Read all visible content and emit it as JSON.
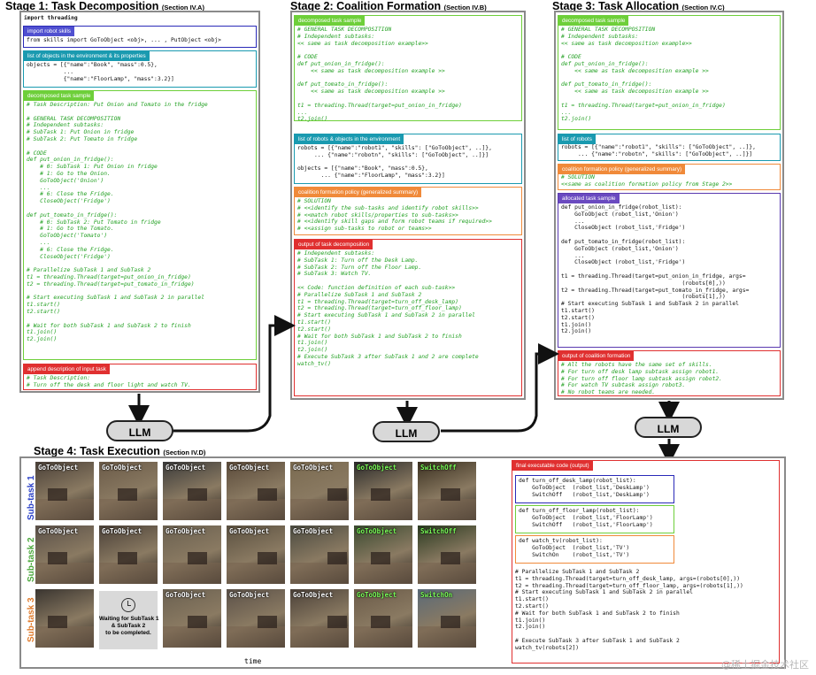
{
  "stage1": {
    "title": "Stage 1: Task Decomposition",
    "section": "(Section IV.A)",
    "import_threading": "import threading",
    "import_skills_label": "import robot skills",
    "import_skills_code": "from skills import GoToObject <obj>, ... , PutObject <obj>",
    "objects_label": "list of objects in the environment & its properties",
    "objects_code": "objects = [{\"name\":\"Book\", \"mass\":0.5},\n           ...\n           {\"name\":\"FloorLamp\", \"mass\":3.2}]",
    "sample_label": "decomposed task sample",
    "sample_code": "# Task Description: Put Onion and Tomato in the fridge\n\n# GENERAL TASK DECOMPOSITION\n# Independent subtasks:\n# SubTask 1: Put Onion in fridge\n# SubTask 2: Put Tomato in fridge\n\n# CODE\ndef put_onion_in_fridge():\n    # 0: SubTask 1: Put Onion in fridge\n    # 1: Go to the Onion.\n    GoToObject('Onion')\n    ...\n    # 6: Close the Fridge.\n    CloseObject('Fridge')\n\ndef put_tomato_in_fridge():\n    # 0: SubTask 2: Put Tomato in fridge\n    # 1: Go to the Tomato.\n    GoToObject('Tomato')\n    ...\n    # 6: Close the Fridge.\n    CloseObject('Fridge')\n\n# Parallelize SubTask 1 and SubTask 2\nt1 = threading.Thread(target=put_onion_in_fridge)\nt2 = threading.Thread(target=put_tomato_in_fridge)\n\n# Start executing SubTask 1 and SubTask 2 in parallel\nt1.start()\nt2.start()\n\n# Wait for both SubTask 1 and SubTask 2 to finish\nt1.join()\nt2.join()",
    "append_label": "append description of input task",
    "append_code": "# Task Description:\n# Turn off the desk and floor light and watch TV."
  },
  "stage2": {
    "title": "Stage 2: Coalition Formation",
    "section": "(Section IV.B)",
    "sample_label": "decomposed task sample",
    "sample_code": "# GENERAL TASK DECOMPOSITION\n# Independent subtasks:\n<< same as task decomposition example>>\n\n# CODE\ndef put_onion_in_fridge():\n    << same as task decomposition example >>\n\ndef put_tomato_in_fridge():\n    << same as task decomposition example >>\n\nt1 = threading.Thread(target=put_onion_in_fridge)\n...\nt2.join()",
    "robots_label": "list of robots & objects in the environment",
    "robots_code": "robots = [{\"name\":\"robot1\", \"skills\": [\"GoToObject\", ..]},\n     ... {\"name\":\"robotn\", \"skills\": [\"GoToObject\", ..]}]\n\nobjects = [{\"name\":\"Book\", \"mass\":0.5},\n       ... {\"name\":\"FloorLamp\", \"mass\":3.2}]",
    "policy_label": "coalition formation policy (generalized summary)",
    "policy_code": "# SOLUTION\n# <<identify the sub-tasks and identify robot skills>>\n# <<match robot skills/properties to sub-tasks>>\n# <<identify skill gaps and form robot teams if required>>\n# <<assign sub-tasks to robot or teams>>",
    "output_label": "output of task decomposition",
    "output_code": "# Independent subtasks:\n# SubTask 1: Turn off the Desk Lamp.\n# SubTask 2: Turn off the Floor Lamp.\n# SubTask 3: Watch TV.\n\n<< Code: function definition of each sub-task>>\n# Parallelize SubTask 1 and SubTask 2\nt1 = threading.Thread(target=turn_off_desk_lamp)\nt2 = threading.Thread(target=turn_off_floor_lamp)\n# Start executing SubTask 1 and SubTask 2 in parallel\nt1.start()\nt2.start()\n# Wait for both SubTask 1 and SubTask 2 to finish\nt1.join()\nt2.join()\n# Execute SubTask 3 after SubTask 1 and 2 are complete\nwatch_tv()"
  },
  "stage3": {
    "title": "Stage 3: Task Allocation",
    "section": "(Section IV.C)",
    "sample_label": "decomposed task sample",
    "sample_code": "# GENERAL TASK DECOMPOSITION\n# Independent subtasks:\n<< same as task decomposition example>>\n\n# CODE\ndef put_onion_in_fridge():\n    << same as task decomposition example >>\n\ndef put_tomato_in_fridge():\n    << same as task decomposition example >>\n\nt1 = threading.Thread(target=put_onion_in_fridge)\n...\nt2.join()",
    "robots_label": "list of robots",
    "robots_code": "robots = [{\"name\":\"robot1\", \"skills\": [\"GoToObject\", ..]},\n     ... {\"name\":\"robotn\", \"skills\": [\"GoToObject\", ..]}]",
    "policy_label": "coalition formation policy (generalized summary)",
    "policy_code": "# SOLUTION\n<<same as coalition formation policy from Stage 2>>",
    "allocated_label": "allocated task sample",
    "allocated_code": "def put_onion_in_fridge(robot_list):\n    GoToObject (robot_list,'Onion')\n    ...\n    CloseObject (robot_list,'Fridge')\n\ndef put_tomato_in_fridge(robot_list):\n    GoToObject (robot_list,'Onion')\n    ...\n    CloseObject (robot_list,'Fridge')\n\nt1 = threading.Thread(target=put_onion_in_fridge, args=\n                                    (robots[0],))\nt2 = threading.Thread(target=put_tomato_in_fridge, args=\n                                    (robots[1],))\n# Start executing SubTask 1 and SubTask 2 in parallel\nt1.start()\nt2.start()\nt1.join()\nt2.join()",
    "output_label": "output of coalition formation",
    "output_code": "# All the robots have the same set of skills.\n# For turn off desk lamp subtask assign robot1.\n# For turn off floor lamp subtask assign robot2.\n# For watch TV subtask assign robot3.\n# No robot teams are needed."
  },
  "llm_label": "LLM",
  "stage4": {
    "title": "Stage 4: Task Execution",
    "section": "(Section IV.D)",
    "subtasks": [
      {
        "label": "Sub-task 1",
        "color": "#2a40c8"
      },
      {
        "label": "Sub-task 2",
        "color": "#4aa83a"
      },
      {
        "label": "Sub-task 3",
        "color": "#e07a2a"
      }
    ],
    "rows": [
      [
        "GoToObject",
        "GoToObject",
        "GoToObject",
        "GoToObject",
        "GoToObject",
        "GoToObject",
        "SwitchOff"
      ],
      [
        "GoToObject",
        "GoToObject",
        "GoToObject",
        "GoToObject",
        "GoToObject",
        "GoToObject",
        "SwitchOff"
      ],
      [
        "",
        "",
        "GoToObject",
        "GoToObject",
        "GoToObject",
        "GoToObject",
        "SwitchOn"
      ]
    ],
    "wait_text": "Waiting for SubTask 1\n& SubTask 2\nto be completed.",
    "time_label": "time",
    "final_label": "final executable code (output)",
    "fn1_code": "def turn_off_desk_lamp(robot_list):\n    GoToObject  (robot_list,'DeskLamp')\n    SwitchOff   (robot_list,'DeskLamp')",
    "fn2_code": "def turn_off_floor_lamp(robot_list):\n    GoToObject  (robot_list,'FloorLamp')\n    SwitchOff   (robot_list,'FloorLamp')",
    "fn3_code": "def watch_tv(robot_list):\n    GoToObject  (robot_list,'TV')\n    SwitchOn    (robot_list,'TV')",
    "main_code": "# Parallelize SubTask 1 and SubTask 2\nt1 = threading.Thread(target=turn_off_desk_lamp, args=(robots[0],))\nt2 = threading.Thread(target=turn_off_floor_lamp, args=(robots[1],))\n# Start executing SubTask 1 and SubTask 2 in parallel\nt1.start()\nt2.start()\n# Wait for both SubTask 1 and SubTask 2 to finish\nt1.join()\nt2.join()\n\n# Execute SubTask 3 after SubTask 1 and SubTask 2\nwatch_tv(robots[2])"
  },
  "watermark": "@稀土掘金技术社区"
}
